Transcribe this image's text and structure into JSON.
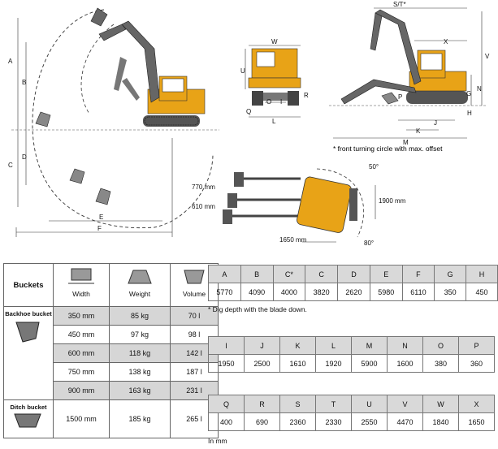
{
  "diagram_labels": {
    "side_view": [
      "A",
      "B",
      "C",
      "D",
      "E",
      "F"
    ],
    "front_view": [
      "W",
      "U",
      "R",
      "O",
      "I",
      "Q",
      "L"
    ],
    "right_view": [
      "S/T*",
      "X",
      "V",
      "N",
      "G",
      "P",
      "J",
      "K",
      "H",
      "M"
    ],
    "top_view": [
      "770 mm",
      "610 mm",
      "1900 mm",
      "1650 mm",
      "50°",
      "80°"
    ]
  },
  "notes": {
    "turning": "* front turning circle with max. offset",
    "dig_depth": "* Dig depth with the blade down.",
    "units": "In mm"
  },
  "buckets": {
    "title": "Buckets",
    "columns": [
      "Width",
      "Weight",
      "Volume"
    ],
    "groups": [
      {
        "label": "Backhoe bucket",
        "rows": [
          {
            "width": "350 mm",
            "weight": "85 kg",
            "volume": "70 l"
          },
          {
            "width": "450 mm",
            "weight": "97 kg",
            "volume": "98 l"
          },
          {
            "width": "600 mm",
            "weight": "118 kg",
            "volume": "142 l"
          },
          {
            "width": "750 mm",
            "weight": "138 kg",
            "volume": "187 l"
          },
          {
            "width": "900 mm",
            "weight": "163 kg",
            "volume": "231 l"
          }
        ]
      },
      {
        "label": "Ditch bucket",
        "rows": [
          {
            "width": "1500 mm",
            "weight": "185 kg",
            "volume": "265 l"
          }
        ]
      }
    ]
  },
  "dimension_tables": [
    {
      "headers": [
        "A",
        "B",
        "C*",
        "C",
        "D",
        "E",
        "F",
        "G",
        "H"
      ],
      "values": [
        "5770",
        "4090",
        "4000",
        "3820",
        "2620",
        "5980",
        "6110",
        "350",
        "450"
      ]
    },
    {
      "headers": [
        "I",
        "J",
        "K",
        "L",
        "M",
        "N",
        "O",
        "P"
      ],
      "values": [
        "1950",
        "2500",
        "1610",
        "1920",
        "5900",
        "1600",
        "380",
        "360"
      ]
    },
    {
      "headers": [
        "Q",
        "R",
        "S",
        "T",
        "U",
        "V",
        "W",
        "X"
      ],
      "values": [
        "400",
        "690",
        "2360",
        "2330",
        "2550",
        "4470",
        "1840",
        "1650"
      ]
    }
  ],
  "colors": {
    "machine": "#e8a317",
    "track": "#444444",
    "header_gray": "#d9d9d9",
    "row_gray": "#d6d6d6"
  }
}
